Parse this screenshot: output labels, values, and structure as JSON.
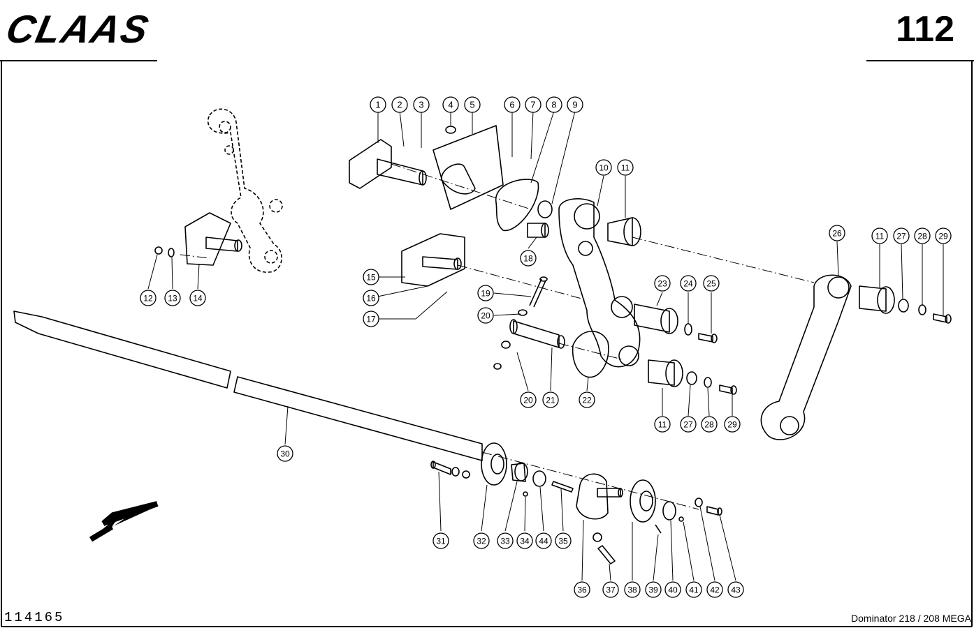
{
  "header": {
    "brand": "CLAAS",
    "page_number": "112"
  },
  "footer": {
    "drawing_number": "114165",
    "model": "Dominator 218 / 208 MEGA"
  },
  "callouts": [
    "1",
    "2",
    "3",
    "4",
    "5",
    "6",
    "7",
    "8",
    "9",
    "10",
    "11",
    "11",
    "11",
    "12",
    "13",
    "14",
    "15",
    "16",
    "17",
    "18",
    "19",
    "20",
    "20",
    "21",
    "22",
    "23",
    "24",
    "25",
    "26",
    "27",
    "27",
    "28",
    "28",
    "29",
    "29",
    "30",
    "31",
    "32",
    "33",
    "34",
    "35",
    "36",
    "37",
    "38",
    "39",
    "40",
    "41",
    "42",
    "43",
    "44"
  ]
}
